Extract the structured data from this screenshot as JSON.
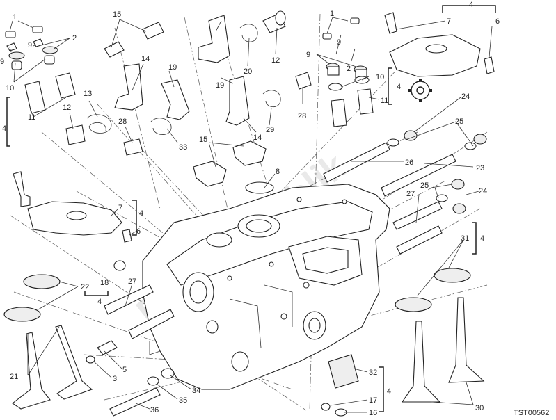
{
  "diagram": {
    "drawing_code": "TST00562",
    "watermark": "PartsRepublik",
    "callouts": {
      "c1a": "1",
      "c2a": "2",
      "c9a": "9",
      "c9b": "9",
      "c10a": "10",
      "c11a": "11",
      "c4a": "4",
      "c15a": "15",
      "c14a": "14",
      "c13": "13",
      "c12a": "12",
      "c28a": "28",
      "c19a": "19",
      "c33": "33",
      "c19b": "19",
      "c20": "20",
      "c12b": "12",
      "c28b": "28",
      "c14b": "14",
      "c29": "29",
      "c1b": "1",
      "c9c": "9",
      "c9d": "9",
      "c2b": "2",
      "c10b": "10",
      "c11b": "11",
      "c4b": "4",
      "c7a": "7",
      "c4c": "4",
      "c6a": "6",
      "c24a": "24",
      "c25a": "25",
      "c26": "26",
      "c23": "23",
      "c15b": "15",
      "c8": "8",
      "c7b": "7",
      "c4d": "4",
      "c6b": "6",
      "c27a": "27",
      "c25b": "25",
      "c24b": "24",
      "c31": "31",
      "c4e": "4",
      "c22": "22",
      "c18": "18",
      "c4f": "4",
      "c27b": "27",
      "c5": "5",
      "c3": "3",
      "c21": "21",
      "c34": "34",
      "c35": "35",
      "c36": "36",
      "c32": "32",
      "c17": "17",
      "c16": "16",
      "c4g": "4",
      "c30": "30"
    }
  }
}
